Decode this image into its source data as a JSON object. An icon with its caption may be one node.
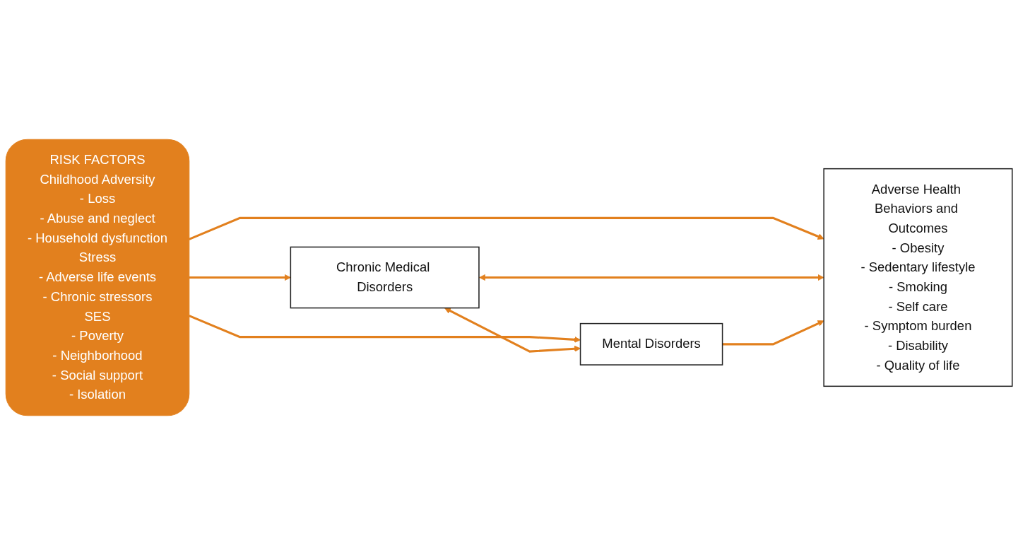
{
  "diagram": {
    "nodes": [
      {
        "text": [
          "RISK FACTORS",
          "Childhood Adversity",
          "- Loss",
          "- Abuse and neglect",
          "- Household dysfunction",
          "Stress",
          "- Adverse life events",
          "- Chronic stressors",
          "SES",
          "- Poverty",
          "- Neighborhood",
          "- Social support",
          "- Isolation"
        ]
      },
      {
        "text": [
          "Chronic Medical Disorders"
        ]
      },
      {
        "text": [
          "Adverse Health Behaviors and Outcomes",
          "- Obesity",
          "- Sedentary lifestyle",
          "- Smoking",
          "- Self care",
          "- Symptom burden",
          "- Disability",
          "- Quality of life"
        ]
      },
      {
        "text": [
          "Mental Disorders"
        ]
      }
    ],
    "edges": [
      {
        "from": 0,
        "to": 1,
        "arrow": "to"
      },
      {
        "from": 0,
        "to": 2,
        "arrow": "to"
      },
      {
        "from": 0,
        "to": 3,
        "arrow": "to"
      },
      {
        "from": 1,
        "to": 2,
        "arrow": "both"
      },
      {
        "from": 3,
        "to": 2,
        "arrow": "to"
      },
      {
        "from": 1,
        "to": 3,
        "arrow": "both"
      }
    ]
  }
}
